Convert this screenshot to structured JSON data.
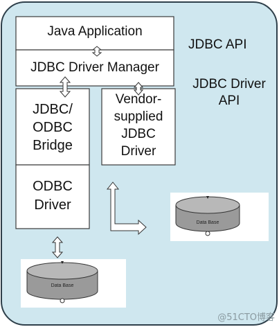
{
  "colors": {
    "panel": "#cfe7ef",
    "panel_border": "#2e3f4a",
    "box_fill": "#ffffff",
    "box_border": "#3a3a3a",
    "db_fill": "#9a9a9a",
    "db_top": "#b8b8b8",
    "arrow_fill": "#ffffff"
  },
  "boxes": {
    "java_app": "Java Application",
    "driver_manager": "JDBC Driver Manager",
    "odbc_bridge": [
      "JDBC/",
      "ODBC",
      "Bridge"
    ],
    "vendor_driver": [
      "Vendor-",
      "supplied",
      "JDBC",
      "Driver"
    ],
    "odbc_driver": [
      "ODBC",
      "Driver"
    ]
  },
  "labels": {
    "jdbc_api": "JDBC API",
    "jdbc_driver_api": [
      "JDBC Driver",
      "API"
    ]
  },
  "databases": [
    {
      "label": "Data Base"
    },
    {
      "label": "Data Base"
    }
  ],
  "watermark": "@51CTO博客"
}
